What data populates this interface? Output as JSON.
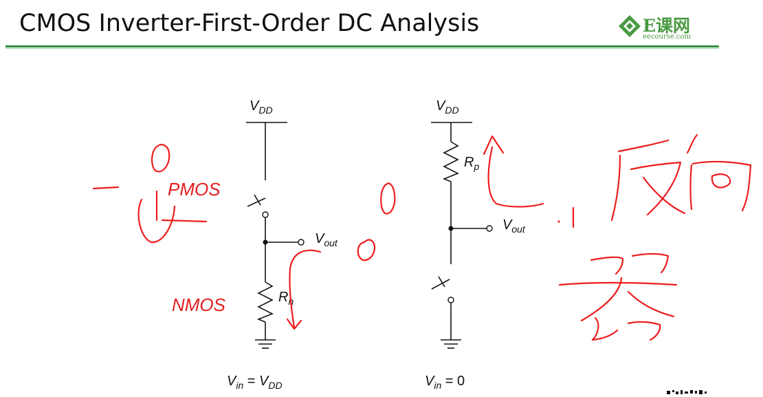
{
  "slide": {
    "title": "CMOS Inverter-First-Order DC Analysis"
  },
  "logo": {
    "name": "E课网",
    "url_text": "eecourse.com",
    "color": "#4a9a42"
  },
  "left_circuit": {
    "supply": "V",
    "supply_sub": "DD",
    "output": "V",
    "output_sub": "out",
    "resistor": "R",
    "resistor_sub": "n",
    "condition_lhs": "V",
    "condition_lhs_sub": "in",
    "condition_eq": " = ",
    "condition_rhs": "V",
    "condition_rhs_sub": "DD"
  },
  "right_circuit": {
    "supply": "V",
    "supply_sub": "DD",
    "output": "V",
    "output_sub": "out",
    "resistor": "R",
    "resistor_sub": "p",
    "condition_lhs": "V",
    "condition_lhs_sub": "in",
    "condition_eq": " = ",
    "condition_rhs": "0"
  },
  "annotations": {
    "pmos": "PMOS",
    "nmos": "NMOS",
    "ink_color": "#ee1c1c"
  }
}
